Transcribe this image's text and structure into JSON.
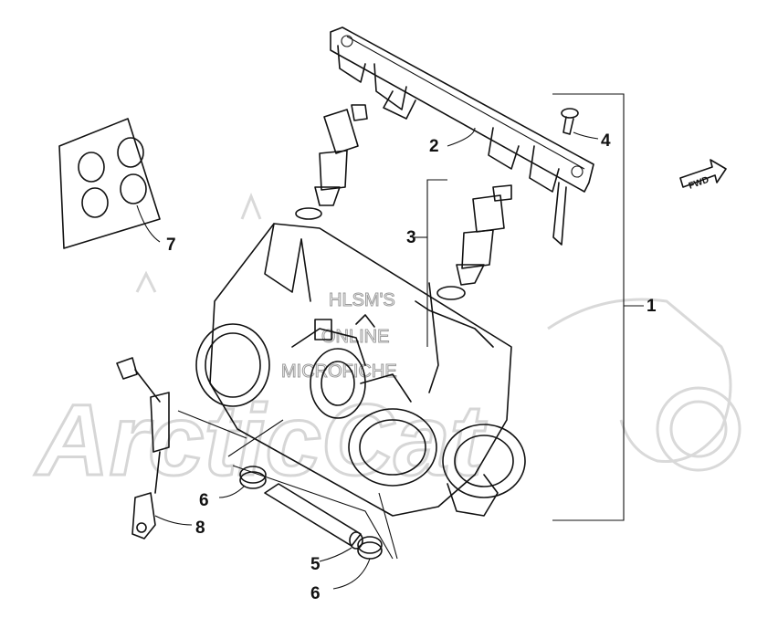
{
  "watermark": {
    "big_text": "ArcticCat",
    "lines": [
      "HLSM'S",
      "ONLINE",
      "MICROFICHE"
    ]
  },
  "fwd_label": "FWD",
  "callouts": {
    "c1": "1",
    "c2": "2",
    "c3": "3",
    "c4": "4",
    "c5": "5",
    "c6a": "6",
    "c6b": "6",
    "c7": "7",
    "c8": "8"
  },
  "colors": {
    "line": "#111111",
    "watermark": "#d6d6d6"
  }
}
